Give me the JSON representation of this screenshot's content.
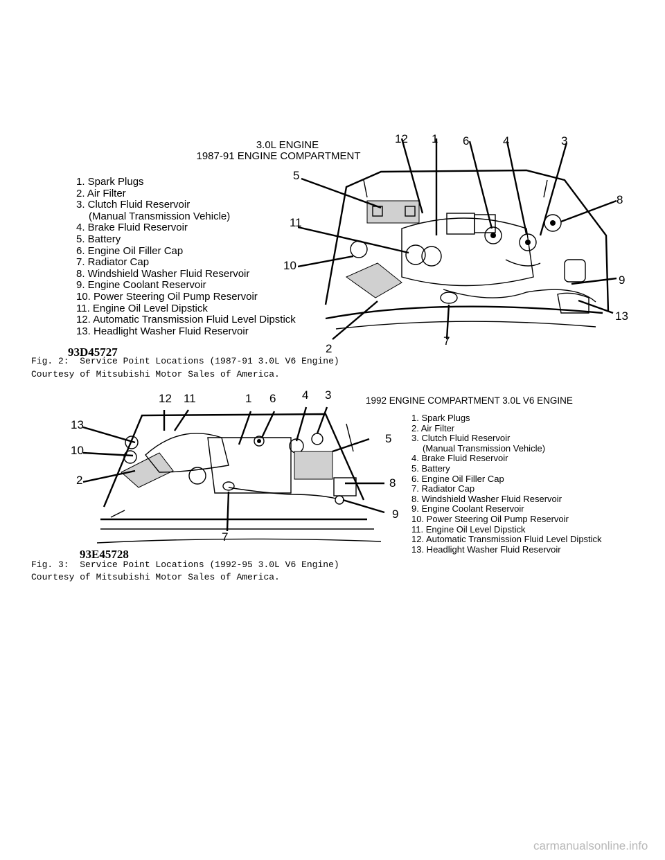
{
  "figure1": {
    "title_line1": "3.0L ENGINE",
    "title_line2": "1987-91 ENGINE COMPARTMENT",
    "legend": [
      "1. Spark Plugs",
      "2. Air Filter",
      "3. Clutch Fluid Reservoir",
      "(Manual Transmission Vehicle)",
      "4. Brake Fluid Reservoir",
      "5. Battery",
      "6. Engine Oil Filler Cap",
      "7. Radiator Cap",
      "8. Windshield Washer Fluid Reservoir",
      "9. Engine Coolant Reservoir",
      "10. Power Steering Oil Pump Reservoir",
      "11. Engine Oil Level Dipstick",
      "12. Automatic Transmission Fluid Level Dipstick",
      "13. Headlight Washer Fluid Reservoir"
    ],
    "callouts": [
      "12",
      "1",
      "6",
      "4",
      "3",
      "5",
      "8",
      "11",
      "10",
      "9",
      "13",
      "2",
      "7"
    ],
    "code": "93D45727",
    "caption_line1": "Fig. 2:  Service Point Locations (1987-91 3.0L V6 Engine)",
    "caption_line2": "Courtesy of Mitsubishi Motor Sales of America."
  },
  "figure2": {
    "title": "1992 ENGINE COMPARTMENT 3.0L V6 ENGINE",
    "legend": [
      "1. Spark Plugs",
      "2. Air Filter",
      "3. Clutch Fluid Reservoir",
      "(Manual Transmission Vehicle)",
      "4. Brake Fluid Reservoir",
      "5. Battery",
      "6. Engine Oil Filler Cap",
      "7. Radiator Cap",
      "8. Windshield Washer Fluid Reservoir",
      "9. Engine Coolant Reservoir",
      "10. Power Steering Oil Pump Reservoir",
      "11. Engine Oil Level Dipstick",
      "12. Automatic Transmission Fluid Level Dipstick",
      "13. Headlight Washer Fluid Reservoir"
    ],
    "callouts": [
      "12",
      "11",
      "1",
      "6",
      "4",
      "3",
      "13",
      "5",
      "10",
      "2",
      "8",
      "9",
      "7"
    ],
    "code": "93E45728",
    "caption_line1": "Fig. 3:  Service Point Locations (1992-95 3.0L V6 Engine)",
    "caption_line2": "Courtesy of Mitsubishi Motor Sales of America."
  },
  "watermark": "carmanualsonline.info"
}
